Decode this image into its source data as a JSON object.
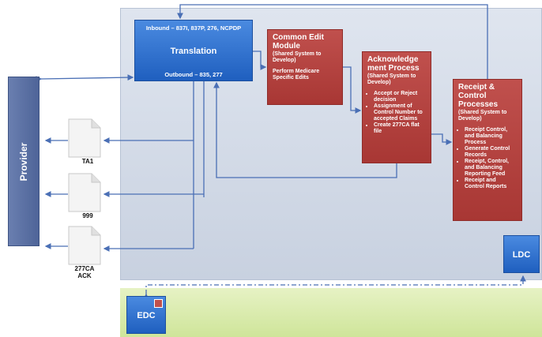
{
  "provider": {
    "label": "Provider"
  },
  "translation": {
    "inbound": "Inbound – 837I, 837P, 276, NCPDP",
    "title": "Translation",
    "outbound": "Outbound – 835, 277"
  },
  "common_edit": {
    "title": "Common Edit Module",
    "subtitle": "(Shared System to Develop)",
    "body": "Perform Medicare Specific Edits"
  },
  "acknowledgement": {
    "title": "Acknowledge ment Process",
    "subtitle": "(Shared System to Develop)",
    "items": [
      "Accept or Reject decision",
      "Assignment of Control Number to accepted Claims",
      "Create 277CA flat file"
    ]
  },
  "receipt": {
    "title": "Receipt & Control Processes",
    "subtitle": "(Shared System to Develop)",
    "items": [
      "Receipt Control, and Balancing Process",
      "Generate Control Records",
      "Receipt, Control, and Balancing Reporting Feed",
      "Receipt and Control Reports"
    ]
  },
  "documents": [
    {
      "label": "TA1"
    },
    {
      "label": "999"
    },
    {
      "label": "277CA ACK"
    }
  ],
  "ldc": {
    "label": "LDC"
  },
  "edc": {
    "label": "EDC"
  },
  "colors": {
    "blue_box": "#1f5fbf",
    "red_box": "#b2403d",
    "provider": "#5a6fa3",
    "panel": "#d3dae7",
    "green_band": "#dbecaf",
    "connector": "#4a6fb5"
  }
}
